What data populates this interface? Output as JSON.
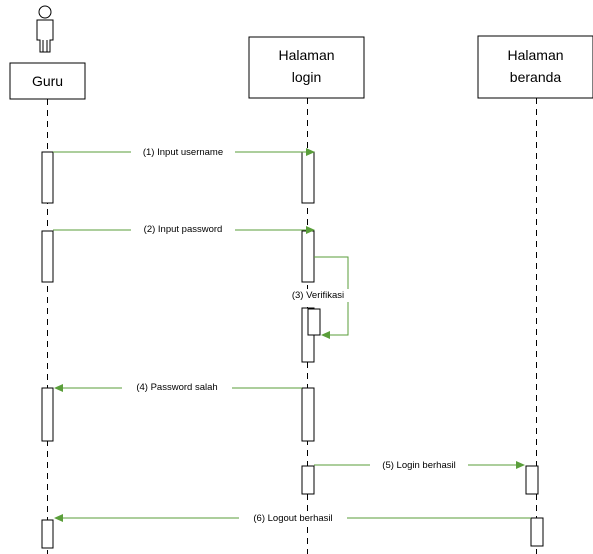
{
  "participants": {
    "actor": "Guru",
    "login_line1": "Halaman",
    "login_line2": "login",
    "home_line1": "Halaman",
    "home_line2": "beranda"
  },
  "messages": [
    "(1) Input username",
    "(2) Input password",
    "(3) Verifikasi",
    "(4) Password salah",
    "(5) Login berhasil",
    "(6) Logout berhasil"
  ],
  "colors": {
    "arrow": "#5a9e3a",
    "line": "#000000"
  }
}
